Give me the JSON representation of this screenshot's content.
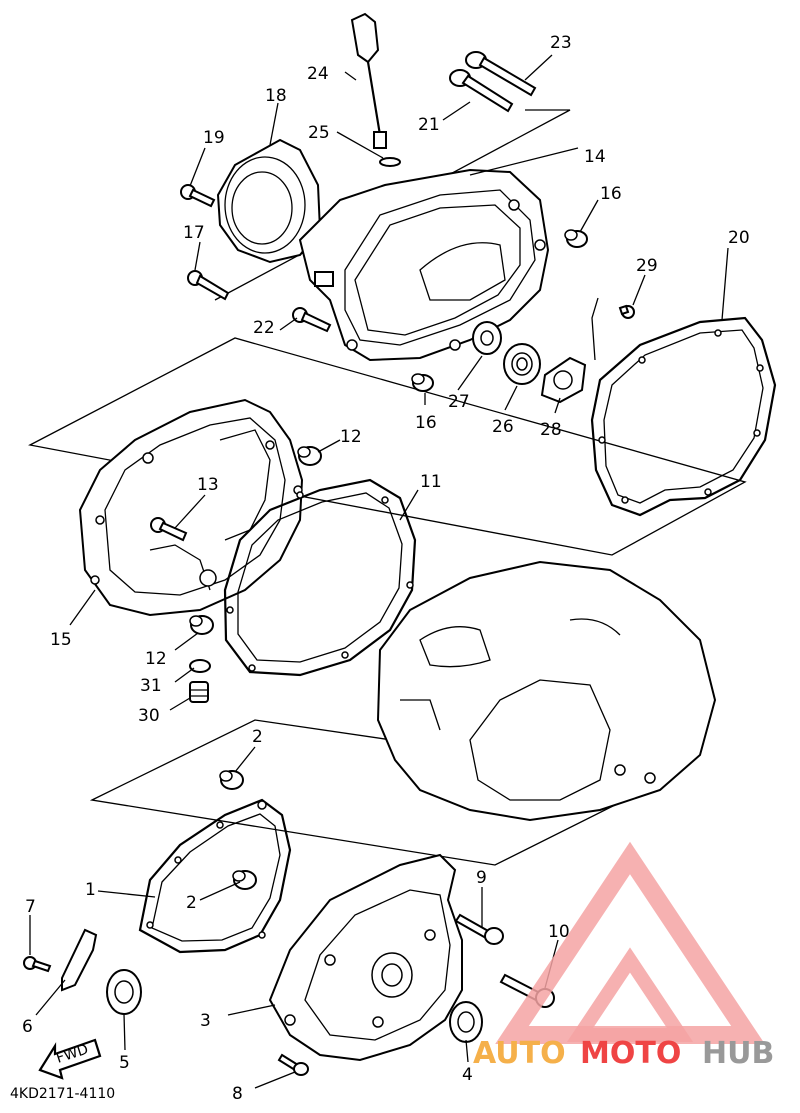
{
  "diagram_code": "4KD2171-4110",
  "fwd_label": "FWD",
  "watermark": {
    "part1": "AUTO",
    "part2": "MOTO",
    "part3": "HUB",
    "colors": {
      "light": "#f5b04a",
      "accent": "#ef4444",
      "dark": "#999999"
    }
  },
  "callouts": {
    "c1": "1",
    "c2a": "2",
    "c2b": "2",
    "c3": "3",
    "c4": "4",
    "c5": "5",
    "c6": "6",
    "c7": "7",
    "c8": "8",
    "c9": "9",
    "c10": "10",
    "c11": "11",
    "c12a": "12",
    "c12b": "12",
    "c13": "13",
    "c14": "14",
    "c15": "15",
    "c16a": "16",
    "c16b": "16",
    "c17": "17",
    "c18": "18",
    "c19": "19",
    "c20": "20",
    "c21": "21",
    "c22": "22",
    "c23": "23",
    "c24": "24",
    "c25": "25",
    "c26": "26",
    "c27": "27",
    "c28": "28",
    "c29": "29",
    "c30": "30",
    "c31": "31"
  }
}
